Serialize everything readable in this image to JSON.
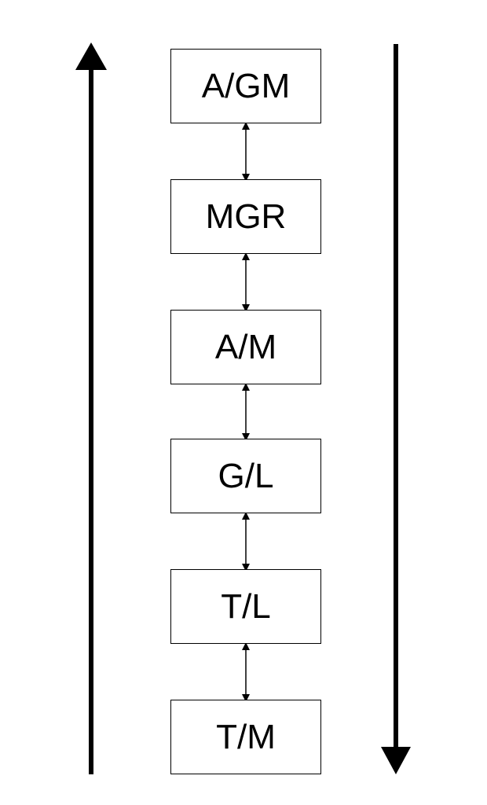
{
  "hierarchy": {
    "levels": [
      {
        "label": "A/GM"
      },
      {
        "label": "MGR"
      },
      {
        "label": "A/M"
      },
      {
        "label": "G/L"
      },
      {
        "label": "T/L"
      },
      {
        "label": "T/M"
      }
    ],
    "connectors": "bidirectional",
    "left_arrow_direction": "up",
    "right_arrow_direction": "down",
    "colors": {
      "line": "#000000",
      "box_fill": "#ffffff",
      "background": "#ffffff"
    }
  }
}
